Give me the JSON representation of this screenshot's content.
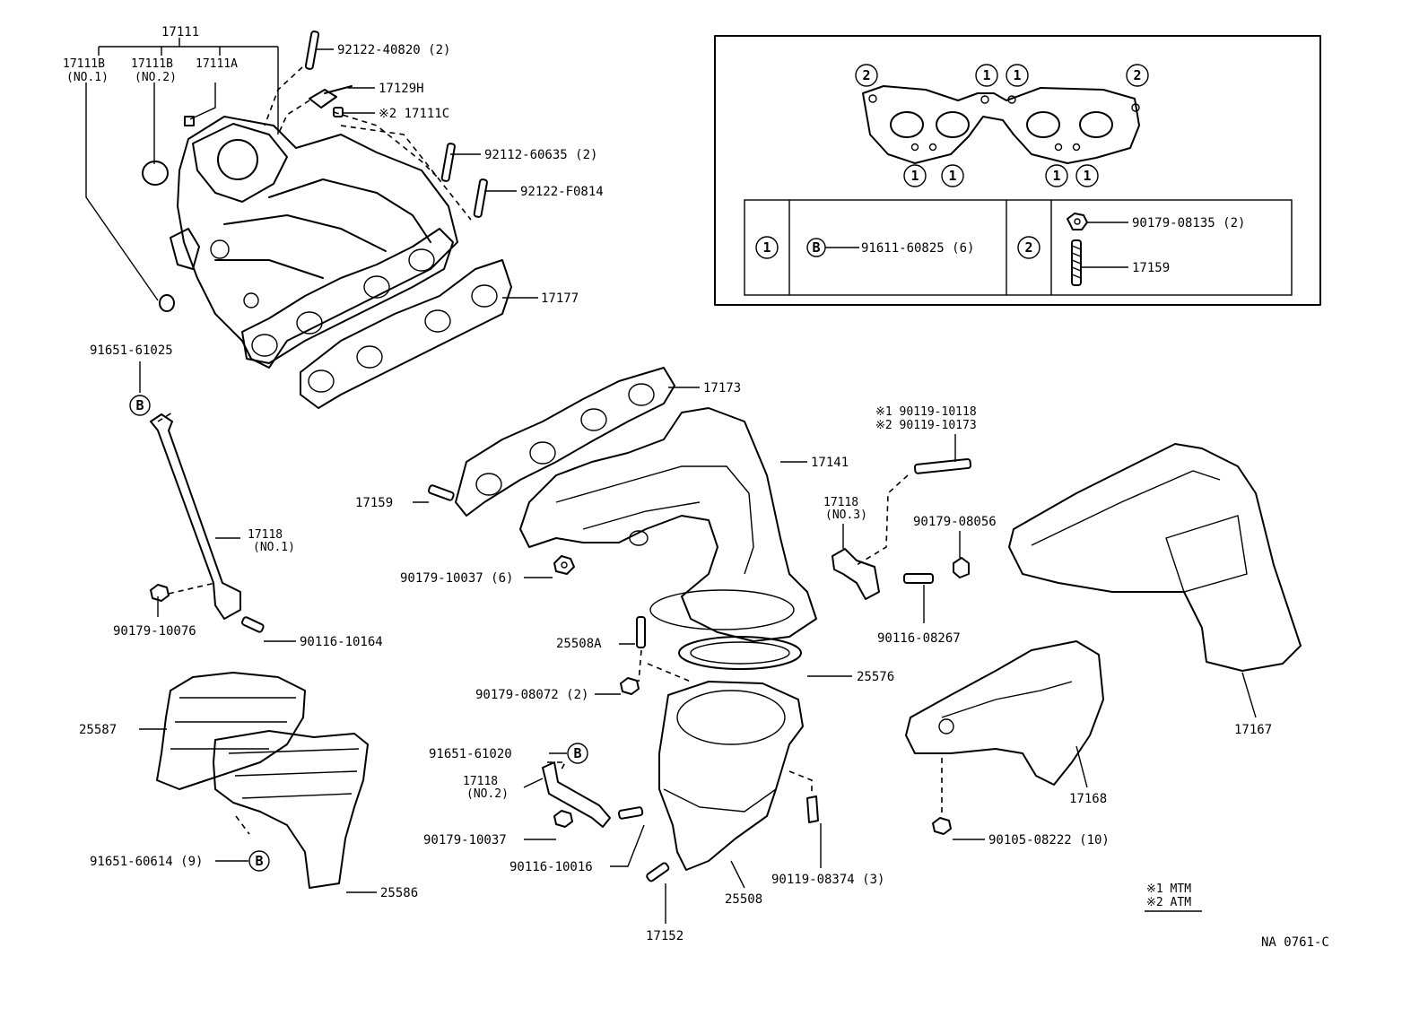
{
  "inset": {
    "circle_1": "1",
    "circle_2": "2",
    "circle_b": "B",
    "gasket_marks": [
      "2",
      "1",
      "1",
      "2",
      "1",
      "1",
      "1",
      "1"
    ],
    "row_1_part": "91611-60825 (6)",
    "row_2_part_a": "90179-08135 (2)",
    "row_2_part_b": "17159"
  },
  "labels": {
    "p17111": "17111",
    "p17111B_no1": "17111B",
    "no1": "(NO.1)",
    "p17111B_no2": "17111B",
    "no2": "(NO.2)",
    "p17111A": "17111A",
    "p92122_40820": "92122-40820 (2)",
    "p17129H": "17129H",
    "p17111C": "※2 17111C",
    "p92112_60635": "92112-60635 (2)",
    "p92122_F0814": "92122-F0814",
    "p17177": "17177",
    "p91651_61025": "91651-61025",
    "p17118_no1": "17118",
    "p17118_no1_sub": "(NO.1)",
    "p90179_10076": "90179-10076",
    "p90116_10164": "90116-10164",
    "p17173": "17173",
    "p17141": "17141",
    "p17159": "17159",
    "p90179_10037_6": "90179-10037 (6)",
    "p90119_10118": "※1 90119-10118",
    "p90119_10173": "※2 90119-10173",
    "p17118_no3": "17118",
    "p17118_no3_sub": "(NO.3)",
    "p90179_08056": "90179-08056",
    "p90116_08267": "90116-08267",
    "p25508A": "25508A",
    "p25576": "25576",
    "p90179_08072": "90179-08072 (2)",
    "p91651_61020": "91651-61020",
    "p17118_no2": "17118",
    "p17118_no2_sub": "(NO.2)",
    "p90179_10037": "90179-10037",
    "p90116_10016": "90116-10016",
    "p25508": "25508",
    "p17152": "17152",
    "p90119_08374": "90119-08374 (3)",
    "p25587": "25587",
    "p91651_60614": "91651-60614 (9)",
    "p25586": "25586",
    "p17167": "17167",
    "p17168": "17168",
    "p90105_08222": "90105-08222 (10)",
    "legend_mtm": "※1 MTM",
    "legend_atm": "※2 ATM",
    "ref_code": "NA 0761-C"
  }
}
